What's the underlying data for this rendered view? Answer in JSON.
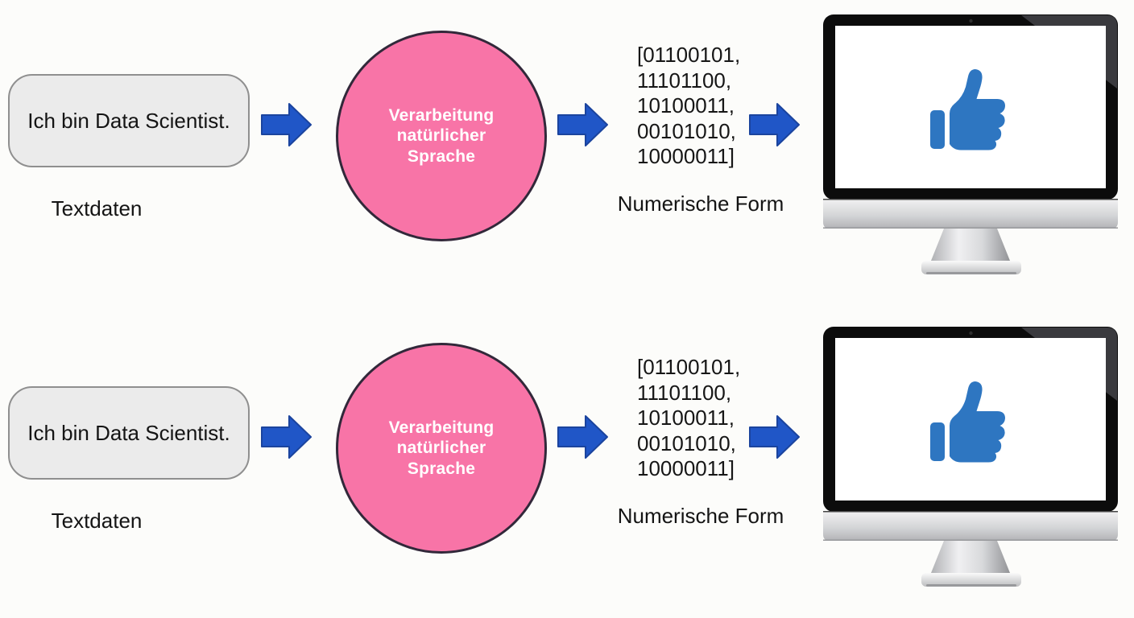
{
  "diagram_title": "NLP pipeline: text to numeric form (German)",
  "colors": {
    "background": "#fcfcfa",
    "arrow_blue": "#2056c7",
    "arrow_border": "#1b449e",
    "circle_pink": "#f874a7",
    "circle_border": "#32283a",
    "thumb_blue": "#2e76c1",
    "box_fill": "#ebebeb",
    "box_border": "#8f8f8f",
    "text_dark": "#141414"
  },
  "icons": {
    "arrow": "arrow-right-icon",
    "thumb": "thumbs-up-icon",
    "monitor": "monitor-graphic"
  },
  "rows": [
    {
      "input_text": "Ich bin Data Scientist.",
      "input_label": "Textdaten",
      "process_lines": [
        "Verarbeitung",
        "natürlicher",
        "Sprache"
      ],
      "output_lines": [
        "[01100101,",
        "11101100,",
        "10100011,",
        "00101010,",
        "10000011]"
      ],
      "output_label": "Numerische Form"
    },
    {
      "input_text": "Ich bin Data Scientist.",
      "input_label": "Textdaten",
      "process_lines": [
        "Verarbeitung",
        "natürlicher",
        "Sprache"
      ],
      "output_lines": [
        "[01100101,",
        "11101100,",
        "10100011,",
        "00101010,",
        "10000011]"
      ],
      "output_label": "Numerische Form"
    }
  ]
}
